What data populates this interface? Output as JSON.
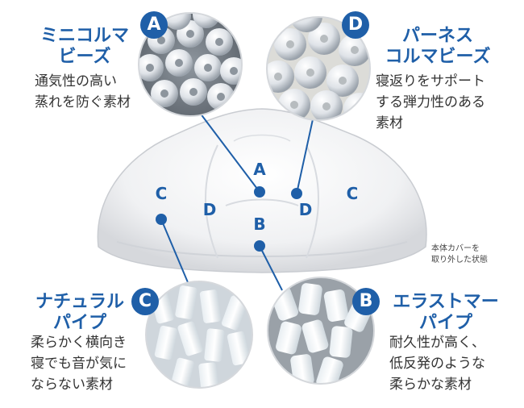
{
  "materials": {
    "A": {
      "badge": "A",
      "title_line1": "ミニコルマ",
      "title_line2": "ビーズ",
      "desc_line1": "通気性の高い",
      "desc_line2": "蒸れを防ぐ素材"
    },
    "D": {
      "badge": "D",
      "title_line1": "パーネス",
      "title_line2": "コルマビーズ",
      "desc_line1": "寝返りをサポート",
      "desc_line2": "する弾力性のある",
      "desc_line3": "素材"
    },
    "C": {
      "badge": "C",
      "title_line1": "ナチュラル",
      "title_line2": "パイプ",
      "desc_line1": "柔らかく横向き",
      "desc_line2": "寝でも音が気に",
      "desc_line3": "ならない素材"
    },
    "B": {
      "badge": "B",
      "title_line1": "エラストマー",
      "title_line2": "パイプ",
      "desc_line1": "耐久性が高く、",
      "desc_line2": "低反発のような",
      "desc_line3": "柔らかな素材"
    }
  },
  "pillow_zones": {
    "a": "A",
    "b": "B",
    "c_left": "C",
    "c_right": "C",
    "d_left": "D",
    "d_right": "D"
  },
  "note": {
    "line1": "本体カバーを",
    "line2": "取り外した状態"
  },
  "colors": {
    "accent": "#1f5fa8",
    "text": "#333333",
    "line": "#1f5fa8"
  }
}
